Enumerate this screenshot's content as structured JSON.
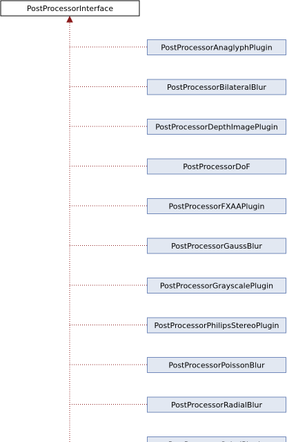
{
  "diagram": {
    "base_class": {
      "label": "PostProcessorInterface"
    },
    "derived_classes": [
      {
        "label": "PostProcessorAnaglyphPlugin"
      },
      {
        "label": "PostProcessorBilateralBlur"
      },
      {
        "label": "PostProcessorDepthImagePlugin"
      },
      {
        "label": "PostProcessorDoF"
      },
      {
        "label": "PostProcessorFXAAPlugin"
      },
      {
        "label": "PostProcessorGaussBlur"
      },
      {
        "label": "PostProcessorGrayscalePlugin"
      },
      {
        "label": "PostProcessorPhilipsStereoPlugin"
      },
      {
        "label": "PostProcessorPoissonBlur"
      },
      {
        "label": "PostProcessorRadialBlur"
      },
      {
        "label": "PostProcessorSobelPlugin"
      }
    ],
    "colors": {
      "base_fill": "#ffffff",
      "base_border": "#000000",
      "derived_fill": "#e2e8f2",
      "derived_border": "#7088ba",
      "connector": "#8b1a1a"
    }
  }
}
